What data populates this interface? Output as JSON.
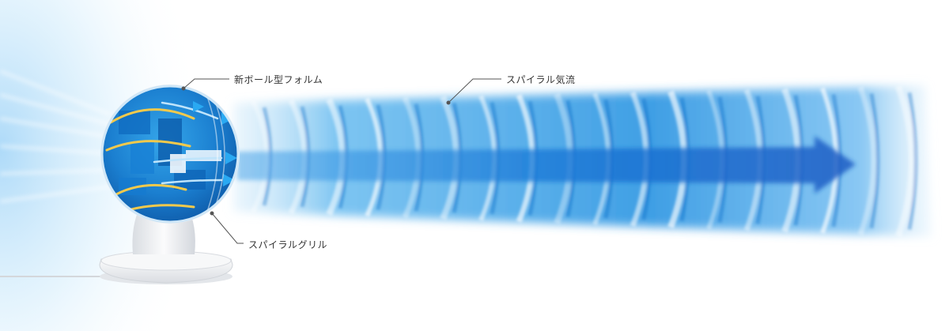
{
  "callouts": {
    "ball_form": "新ボール型フォルム",
    "spiral_airflow": "スパイラル気流",
    "spiral_grill": "スパイラルグリル"
  },
  "colors": {
    "airflow_blue": "#1e8fe0",
    "airflow_deep": "#0a5fc2",
    "arrow_blue": "#1a4fb0",
    "fan_body": "#f3f4f6",
    "wind_left": "#bfe3fb"
  },
  "icons": {
    "airflow_arrow": "right-arrow-icon",
    "fan": "circulator-fan-icon"
  }
}
